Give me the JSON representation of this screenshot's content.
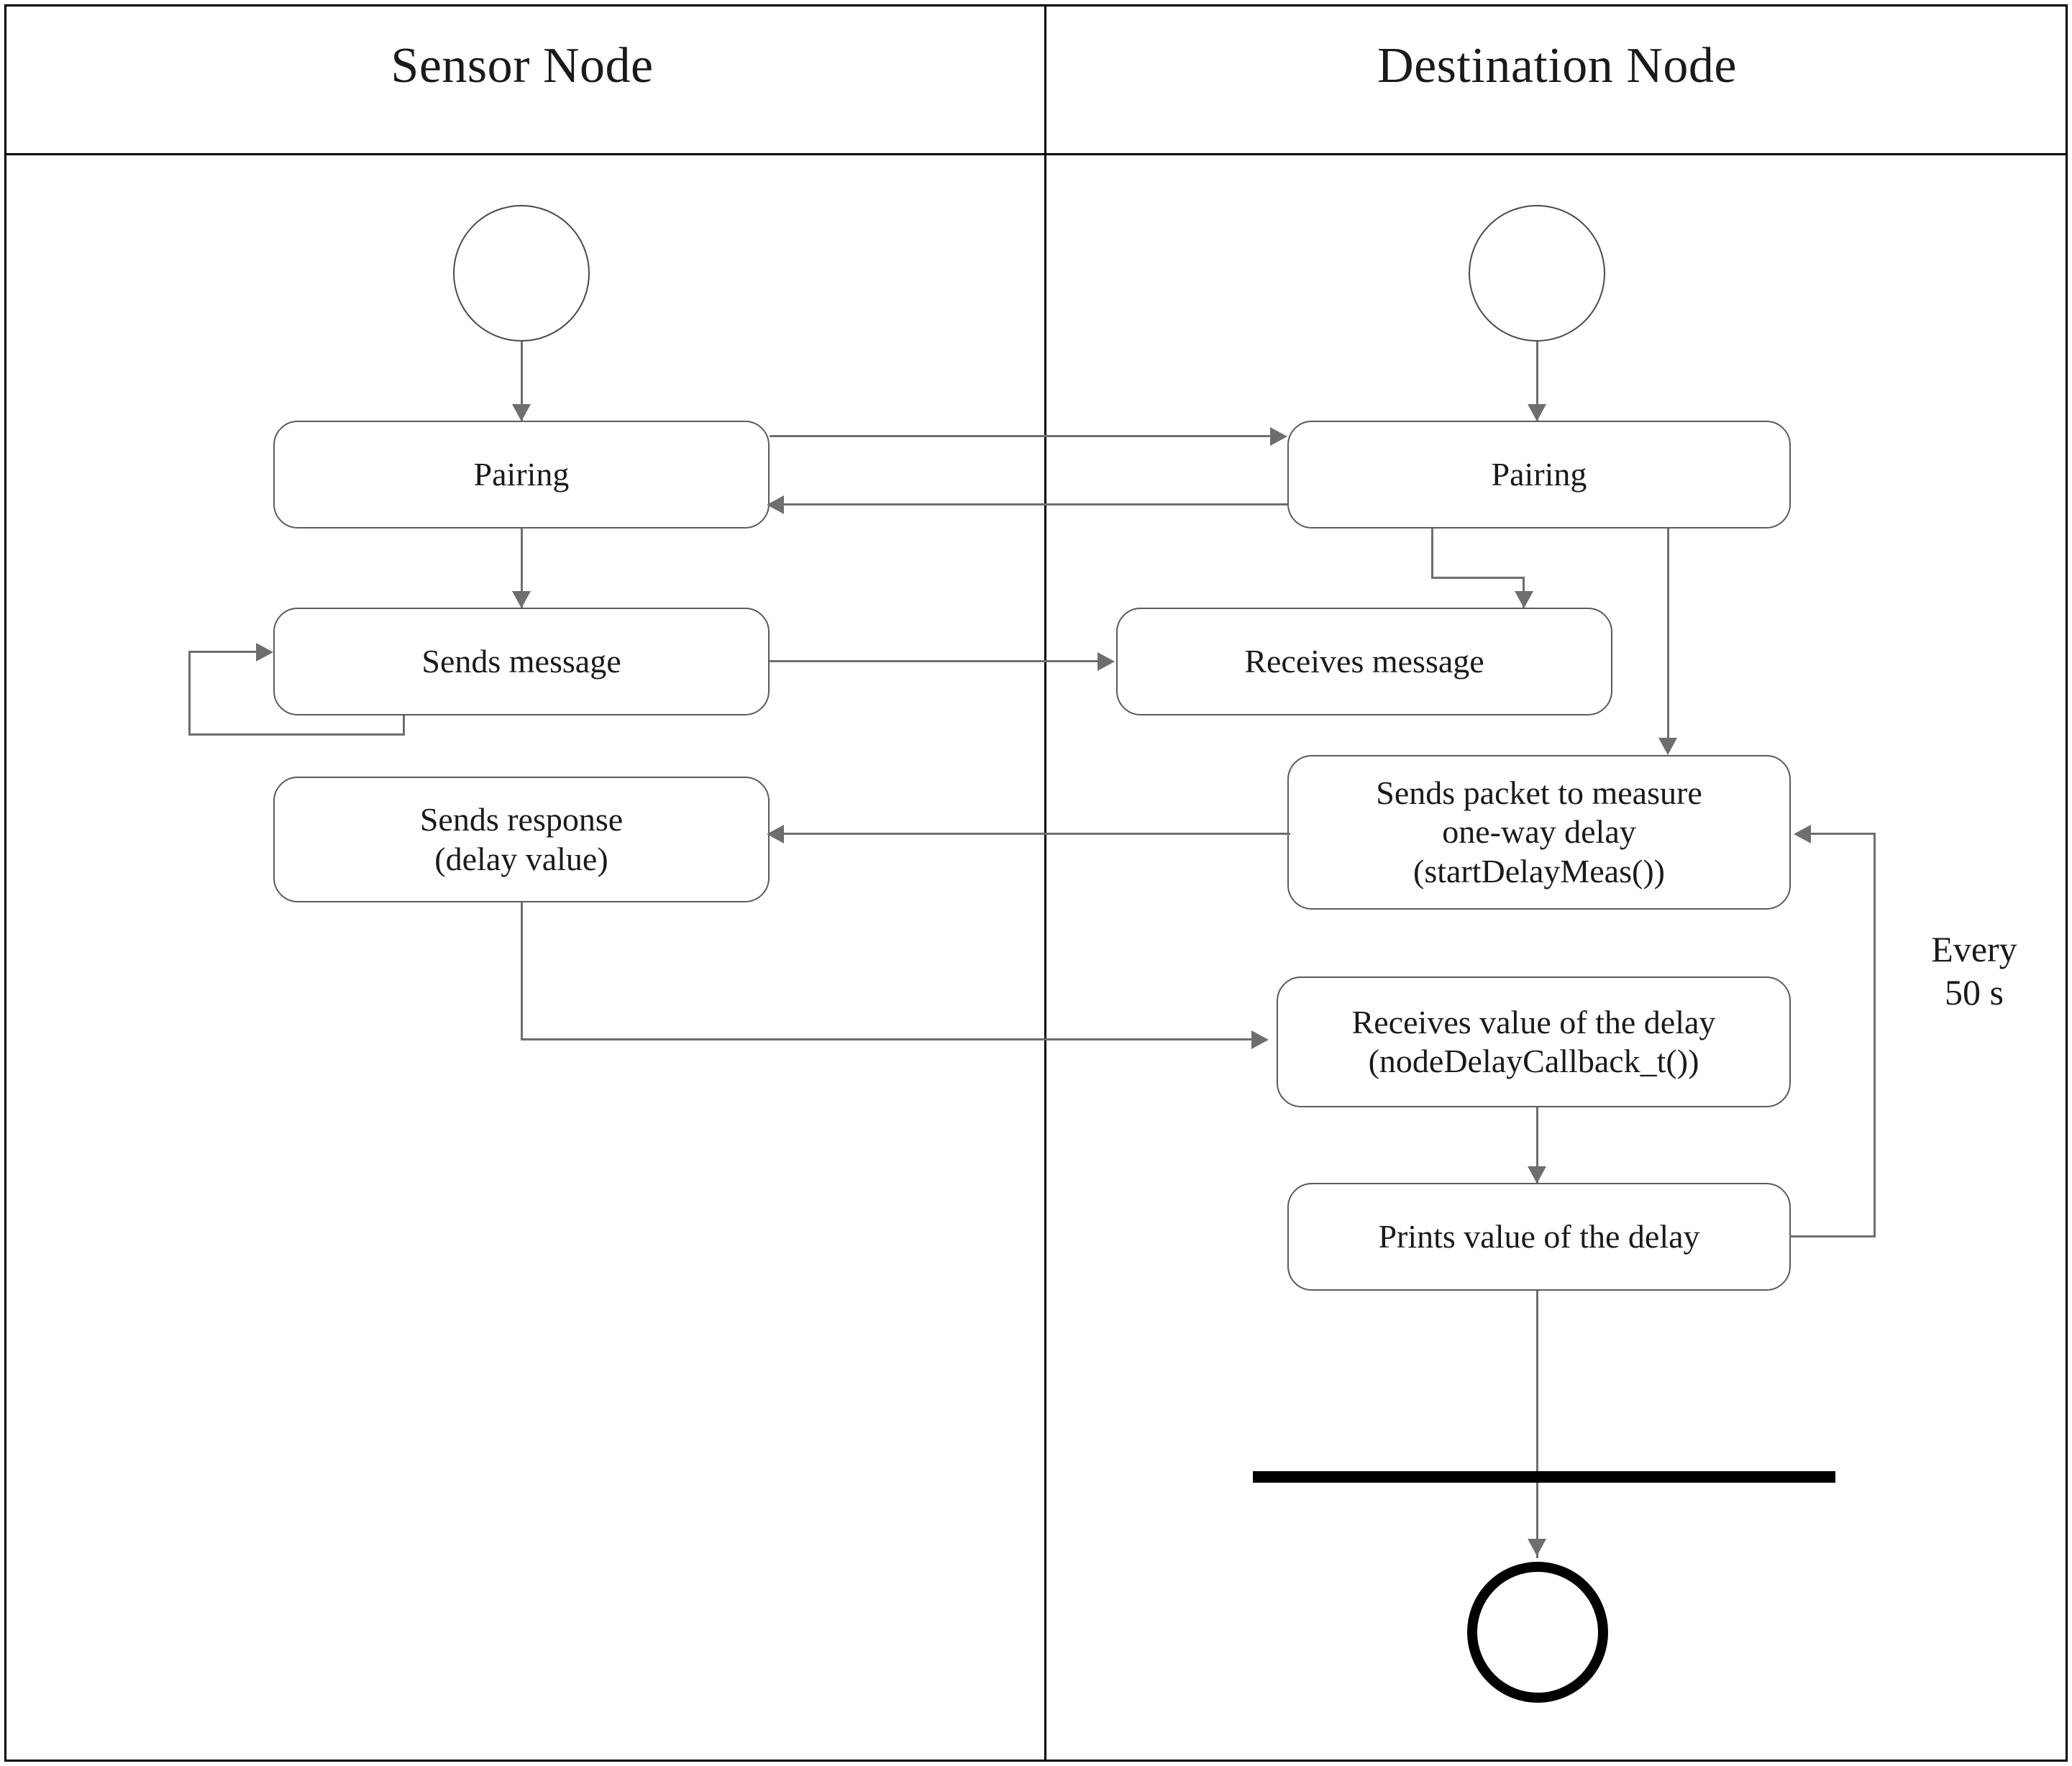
{
  "diagram": {
    "type": "uml-activity-diagram",
    "lanes": [
      {
        "id": "sensor",
        "title": "Sensor Node"
      },
      {
        "id": "destination",
        "title": "Destination Node"
      }
    ],
    "colors": {
      "background": "#ffffff",
      "frame": "#000000",
      "node_border": "#5b5b5b",
      "connector": "#6e6e6e",
      "text": "#1a1a1a",
      "final_node": "#000000"
    },
    "nodes": {
      "sensor_start": "",
      "sensor_pairing": "Pairing",
      "sensor_sends_message": "Sends message",
      "sensor_sends_response": "Sends response\n(delay value)",
      "dest_start": "",
      "dest_pairing": "Pairing",
      "dest_receives_message": "Receives message",
      "dest_sends_packet": "Sends packet to measure\none-way delay\n(startDelayMeas())",
      "dest_receives_value": "Receives value of the delay\n(nodeDelayCallback_t())",
      "dest_prints_value": "Prints value of the delay",
      "dest_final": ""
    },
    "annotations": {
      "loop_label": "Every\n50 s"
    }
  }
}
